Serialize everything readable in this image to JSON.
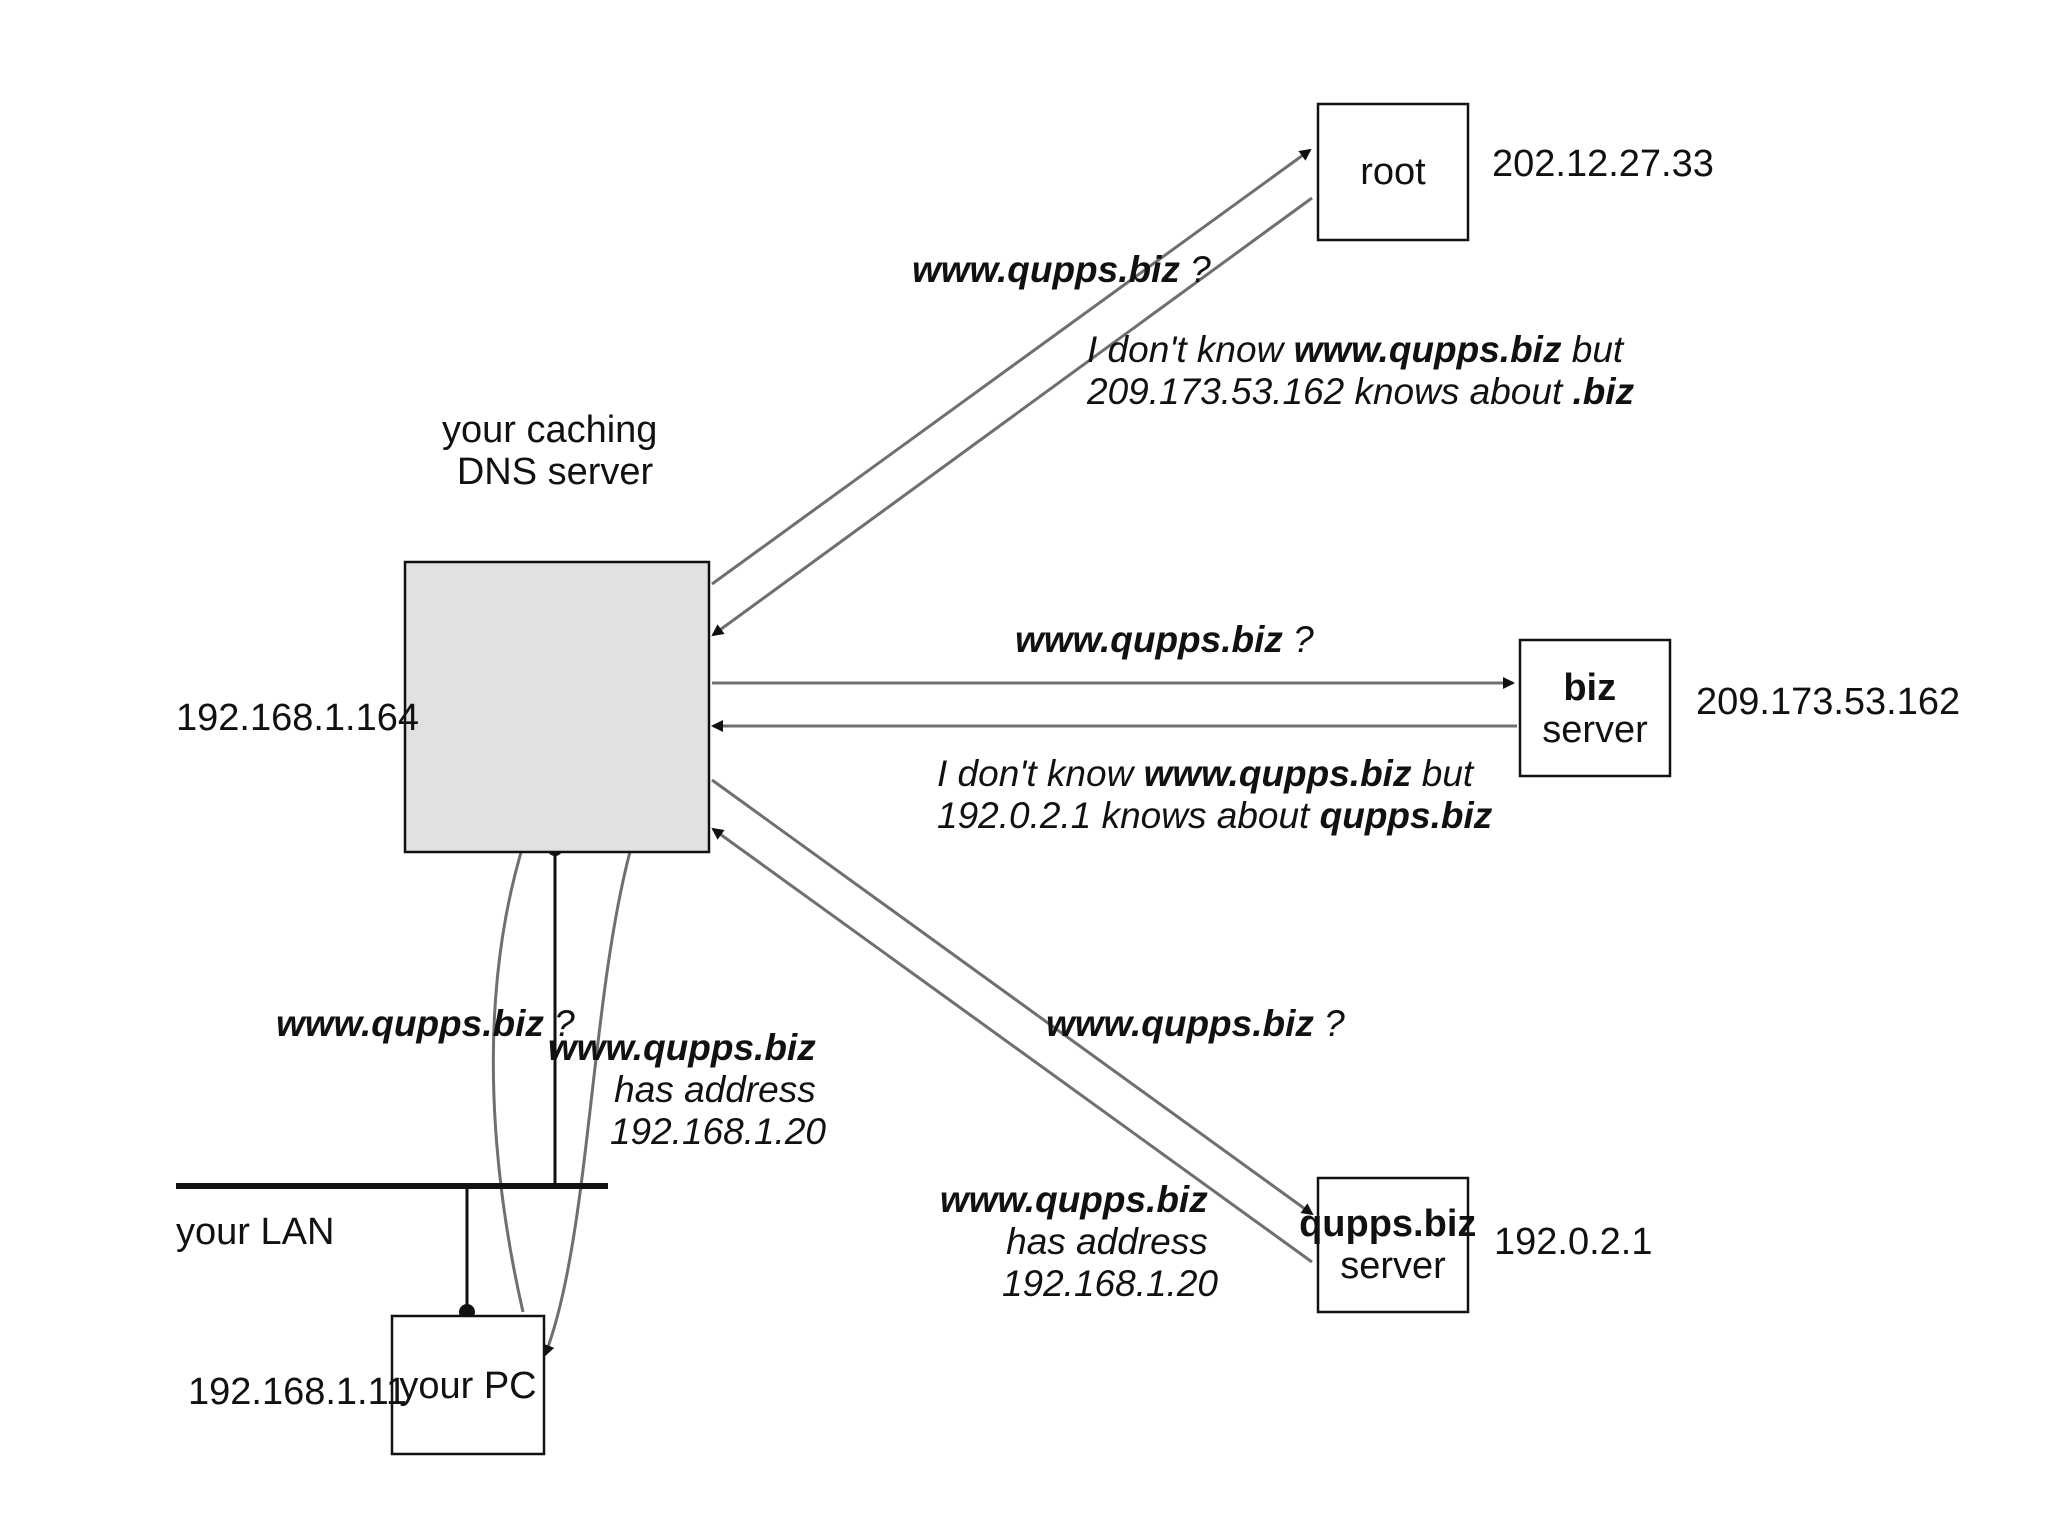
{
  "dns_server": {
    "caption_line1": "your caching",
    "caption_line2": "DNS server",
    "ip": "192.168.1.164"
  },
  "root": {
    "label": "root",
    "ip": "202.12.27.33"
  },
  "biz": {
    "label_line1": "biz",
    "label_line2": "server",
    "ip": "209.173.53.162"
  },
  "qupps": {
    "label_line1": "qupps.biz",
    "label_line2": "server",
    "ip": "192.0.2.1"
  },
  "pc": {
    "label": "your PC",
    "ip": "192.168.1.11"
  },
  "lan": {
    "label": "your LAN"
  },
  "messages": {
    "query_root": {
      "domain": "www.qupps.biz",
      "suffix": " ?"
    },
    "reply_root": {
      "l1_pre": "I don't know ",
      "l1_domain": "www.qupps.biz",
      "l1_post": " but",
      "l2_pre": "209.173.53.162 knows about ",
      "l2_domain": ".biz"
    },
    "query_biz": {
      "domain": "www.qupps.biz",
      "suffix": " ?"
    },
    "reply_biz": {
      "l1_pre": "I don't know ",
      "l1_domain": "www.qupps.biz",
      "l1_post": " but",
      "l2_pre": "192.0.2.1 knows about ",
      "l2_domain": "qupps.biz"
    },
    "query_qupps": {
      "domain": "www.qupps.biz",
      "suffix": " ?"
    },
    "reply_qupps": {
      "domain": "www.qupps.biz",
      "line2": "has address",
      "line3": "192.168.1.20"
    },
    "query_pc": {
      "domain": "www.qupps.biz",
      "suffix": " ?"
    },
    "reply_pc": {
      "domain": "www.qupps.biz",
      "line2": "has address",
      "line3": "192.168.1.20"
    }
  }
}
